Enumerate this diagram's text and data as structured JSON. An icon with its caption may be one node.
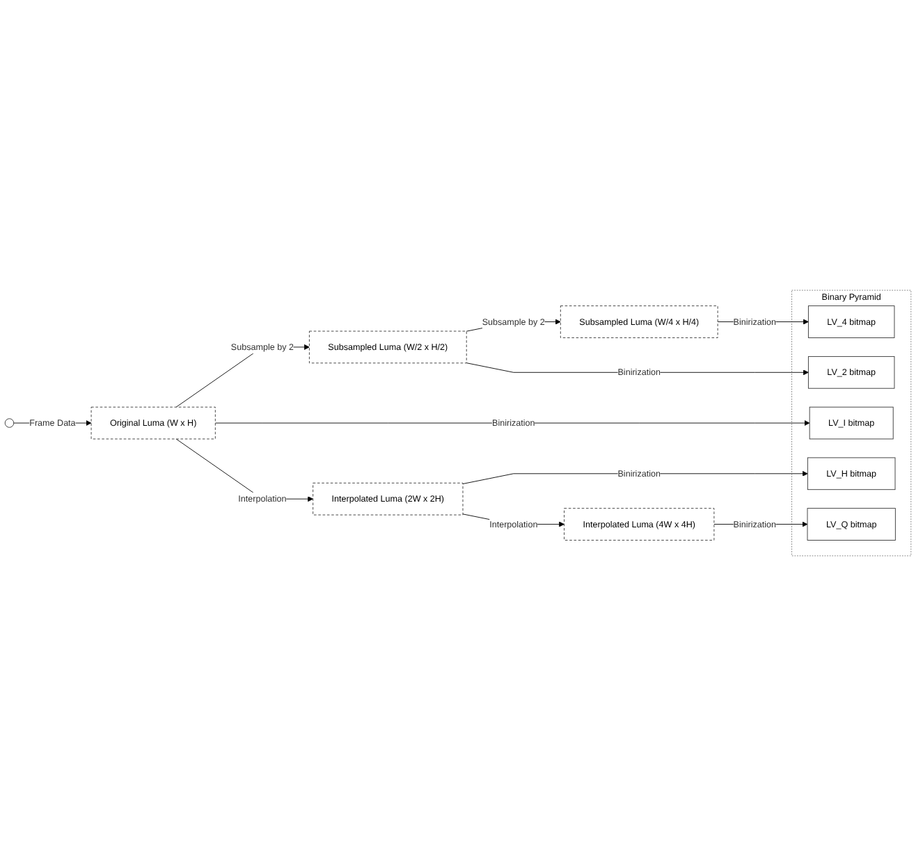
{
  "diagram": {
    "nodes": [
      {
        "text": [
          "Original Luma (W x H)"
        ]
      },
      {
        "text": [
          "Subsampled Luma (W/2 x H/2)"
        ]
      },
      {
        "text": [
          "Subsampled Luma (W/4 x H/4)"
        ]
      },
      {
        "text": [
          "Interpolated Luma (2W x 2H)"
        ]
      },
      {
        "text": [
          "Interpolated Luma (4W x 4H)"
        ]
      },
      {
        "text": [
          "Binary Pyramid"
        ]
      },
      {
        "text": [
          "LV_4 bitmap"
        ],
        "in": 5
      },
      {
        "text": [
          "LV_2 bitmap"
        ],
        "in": 5
      },
      {
        "text": [
          "LV_I bitmap"
        ],
        "in": 5
      },
      {
        "text": [
          "LV_H bitmap"
        ],
        "in": 5
      },
      {
        "text": [
          "LV_Q bitmap"
        ],
        "in": 5
      }
    ],
    "edges": [
      {
        "from": null,
        "to": 0,
        "arrow": "to",
        "label": "Frame Data"
      },
      {
        "from": 0,
        "to": 1,
        "arrow": "to",
        "label": "Subsample by 2"
      },
      {
        "from": 1,
        "to": 2,
        "arrow": "to",
        "label": "Subsample by 2"
      },
      {
        "from": 0,
        "to": 3,
        "arrow": "to",
        "label": "Interpolation"
      },
      {
        "from": 3,
        "to": 4,
        "arrow": "to",
        "label": "Interpolation"
      },
      {
        "from": 2,
        "to": 6,
        "arrow": "to",
        "label": "Binirization"
      },
      {
        "from": 1,
        "to": 7,
        "arrow": "to",
        "label": "Binirization"
      },
      {
        "from": 0,
        "to": 8,
        "arrow": "to",
        "label": "Binirization"
      },
      {
        "from": 3,
        "to": 9,
        "arrow": "to",
        "label": "Binirization"
      },
      {
        "from": 4,
        "to": 10,
        "arrow": "to",
        "label": "Binirization"
      }
    ]
  }
}
